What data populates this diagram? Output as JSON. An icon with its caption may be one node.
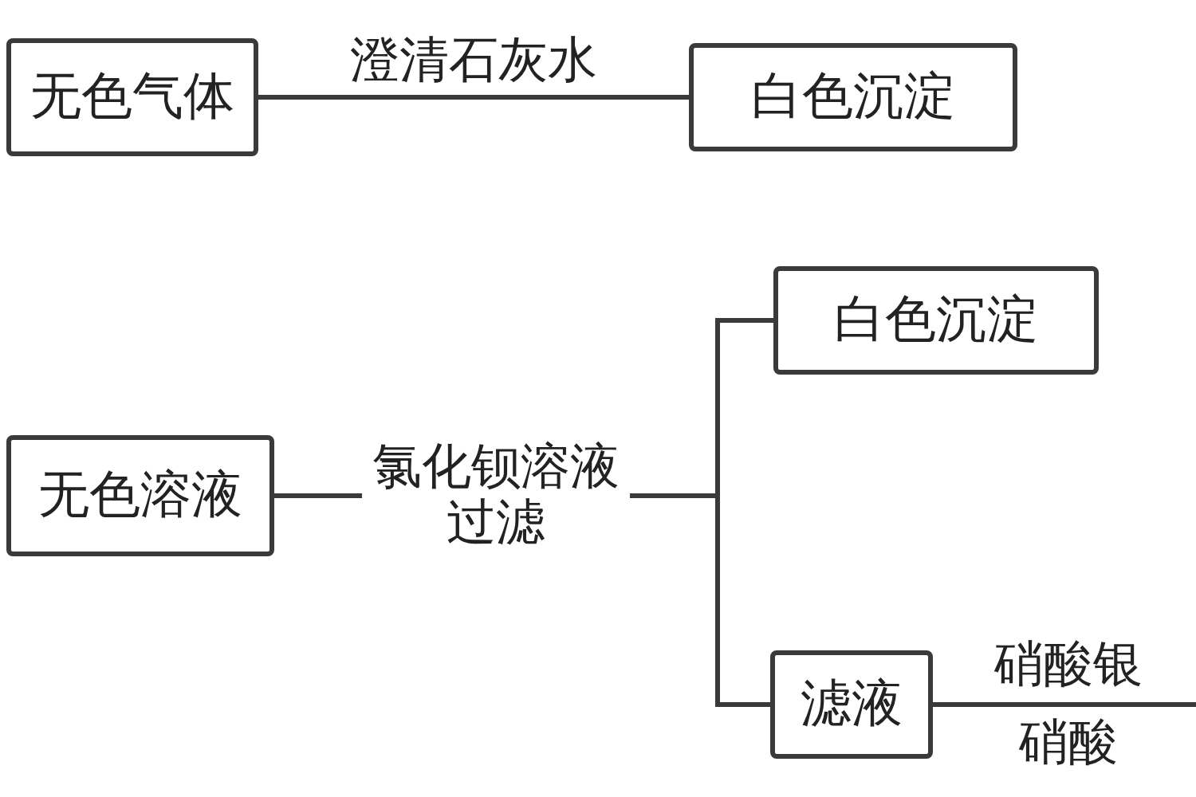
{
  "diagram": {
    "nodes": [
      {
        "text": [
          "无色气体"
        ]
      },
      {
        "text": [
          "白色沉淀"
        ]
      },
      {
        "text": [
          "无色溶液"
        ]
      },
      {
        "text": [
          "白色沉淀"
        ]
      },
      {
        "text": [
          "滤液"
        ]
      }
    ],
    "edges": [
      {
        "from": 0,
        "to": 1,
        "arrow": "none",
        "label": "澄清石灰水"
      },
      {
        "from": 2,
        "to": 3,
        "arrow": "none",
        "label": "氯化钡溶液过滤"
      },
      {
        "from": 2,
        "to": 4,
        "arrow": "none"
      },
      {
        "from": 4,
        "to": null,
        "arrow": "none",
        "label": "硝酸银硝酸"
      }
    ]
  }
}
